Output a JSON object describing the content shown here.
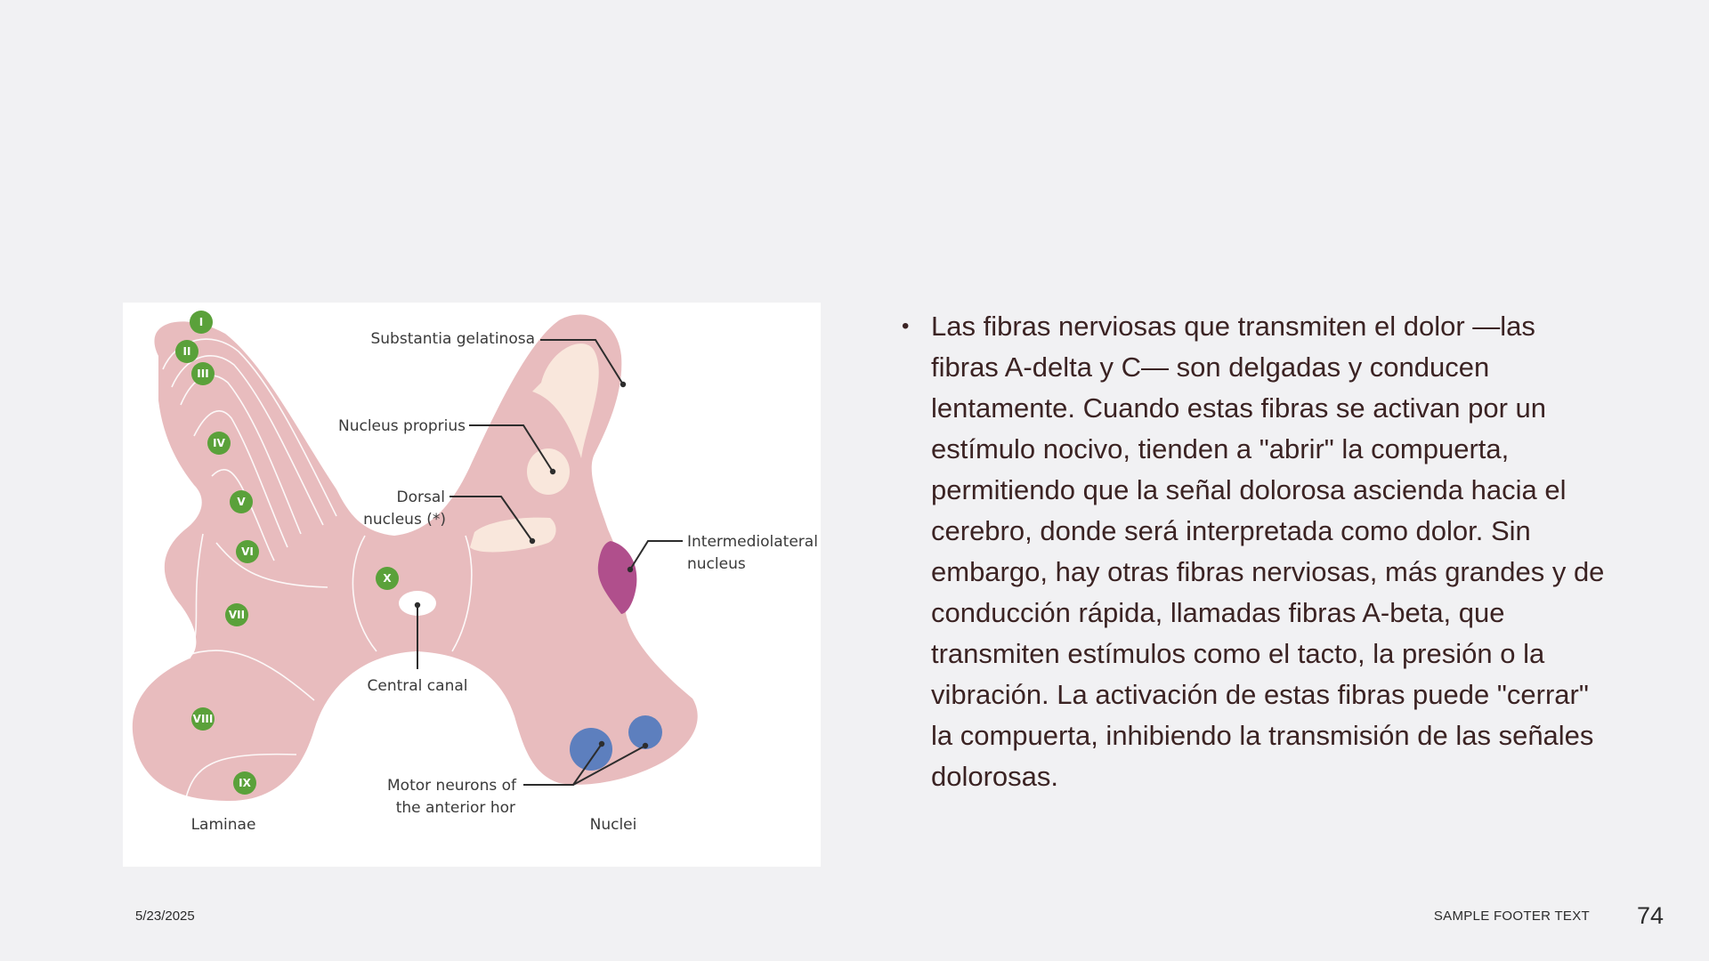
{
  "diagram": {
    "laminae_numbers": [
      "I",
      "II",
      "III",
      "IV",
      "V",
      "VI",
      "VII",
      "VIII",
      "IX",
      "X"
    ],
    "labels": {
      "substantia_gelatinosa": "Substantia gelatinosa",
      "nucleus_proprius": "Nucleus proprius",
      "dorsal_nucleus_line1": "Dorsal",
      "dorsal_nucleus_line2": "nucleus (*)",
      "intermediolateral_line1": "Intermediolateral",
      "intermediolateral_line2": "nucleus",
      "central_canal": "Central canal",
      "motor_neurons_line1": "Motor neurons of",
      "motor_neurons_line2": "the anterior hor",
      "laminae": "Laminae",
      "nuclei": "Nuclei"
    },
    "colors": {
      "grey_matter": "#e8bcbe",
      "lamina_badge": "#5aa13a",
      "pale_nucleus": "#f9e7dc",
      "intermediolateral": "#b04f8c",
      "motor_neurons": "#5d7fbe"
    }
  },
  "body_text": "Las fibras nerviosas que transmiten el dolor —las fibras A-delta y C— son delgadas y conducen lentamente. Cuando estas fibras se activan por un estímulo nocivo, tienden a \"abrir\" la compuerta, permitiendo que la señal dolorosa ascienda hacia el cerebro, donde será interpretada como dolor. Sin embargo, hay otras fibras nerviosas, más grandes y de conducción rápida, llamadas fibras A-beta, que transmiten estímulos como el tacto, la presión o la vibración. La activación de estas fibras puede \"cerrar\" la compuerta, inhibiendo la transmisión de las señales dolorosas.",
  "footer": {
    "date": "5/23/2025",
    "text": "SAMPLE FOOTER TEXT",
    "page_number": "74"
  }
}
